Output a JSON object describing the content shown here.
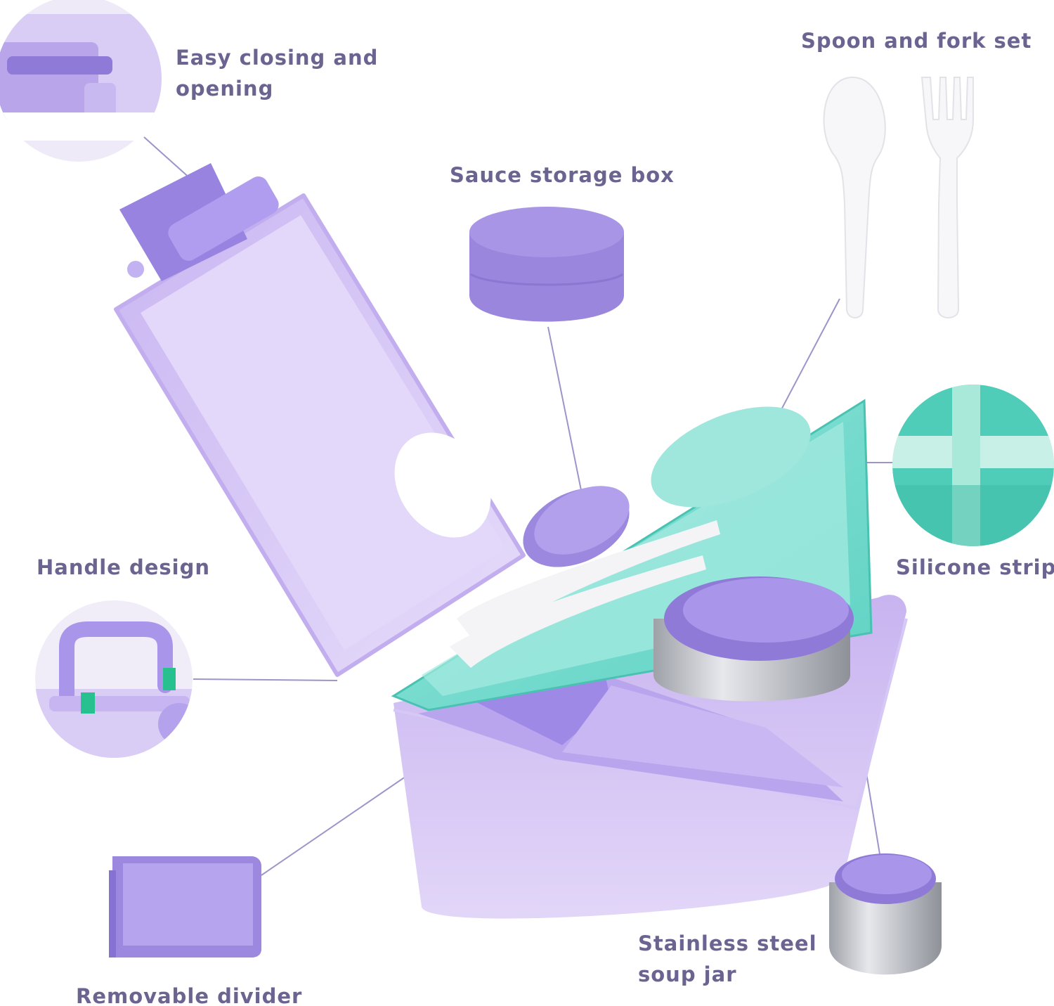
{
  "labels": {
    "easy_closing_line1": "Easy closing and",
    "easy_closing_line2": "opening",
    "spoon_fork": "Spoon and fork set",
    "sauce_box": "Sauce storage box",
    "handle": "Handle design",
    "silicone": "Silicone strip",
    "soup_jar_line1": "Stainless steel",
    "soup_jar_line2": "soup jar",
    "divider": "Removable divider"
  },
  "colors": {
    "label_text": "#6b6491",
    "leader_line": "#9d94c9",
    "lavender_light": "#ddd2f6",
    "lavender_mid": "#c4b1ee",
    "purple_accent": "#9a86e0",
    "mint": "#6fdcd0",
    "steel": "#c9cbd0"
  }
}
